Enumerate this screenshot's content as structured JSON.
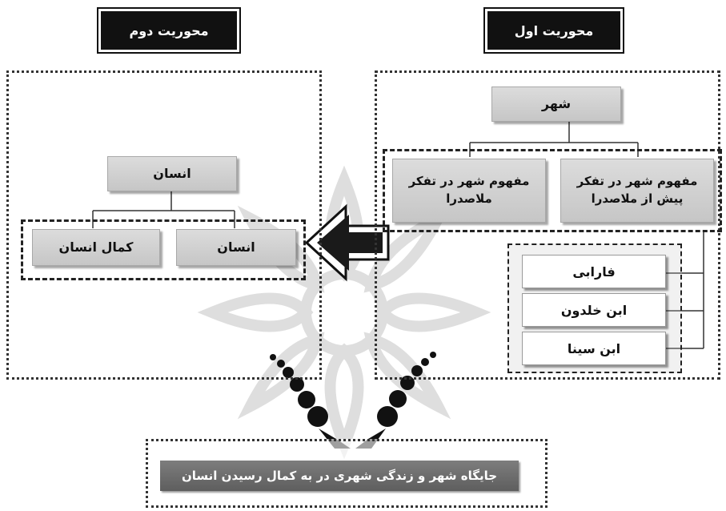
{
  "axis_one": {
    "header": "محوریت اول",
    "root": "شهر",
    "branch_right": "مفهوم شهر در تفکر پیش از ملاصدرا",
    "branch_left": "مفهوم شهر در تفکر ملاصدرا",
    "thinkers": [
      "فارابی",
      "ابن خلدون",
      "ابن سینا"
    ]
  },
  "axis_two": {
    "header": "محوریت دوم",
    "root": "انسان",
    "branch_right": "انسان",
    "branch_left": "کمال انسان"
  },
  "conclusion": "جایگاه شهر و زندگی شهری در به کمال رسیدن انسان"
}
